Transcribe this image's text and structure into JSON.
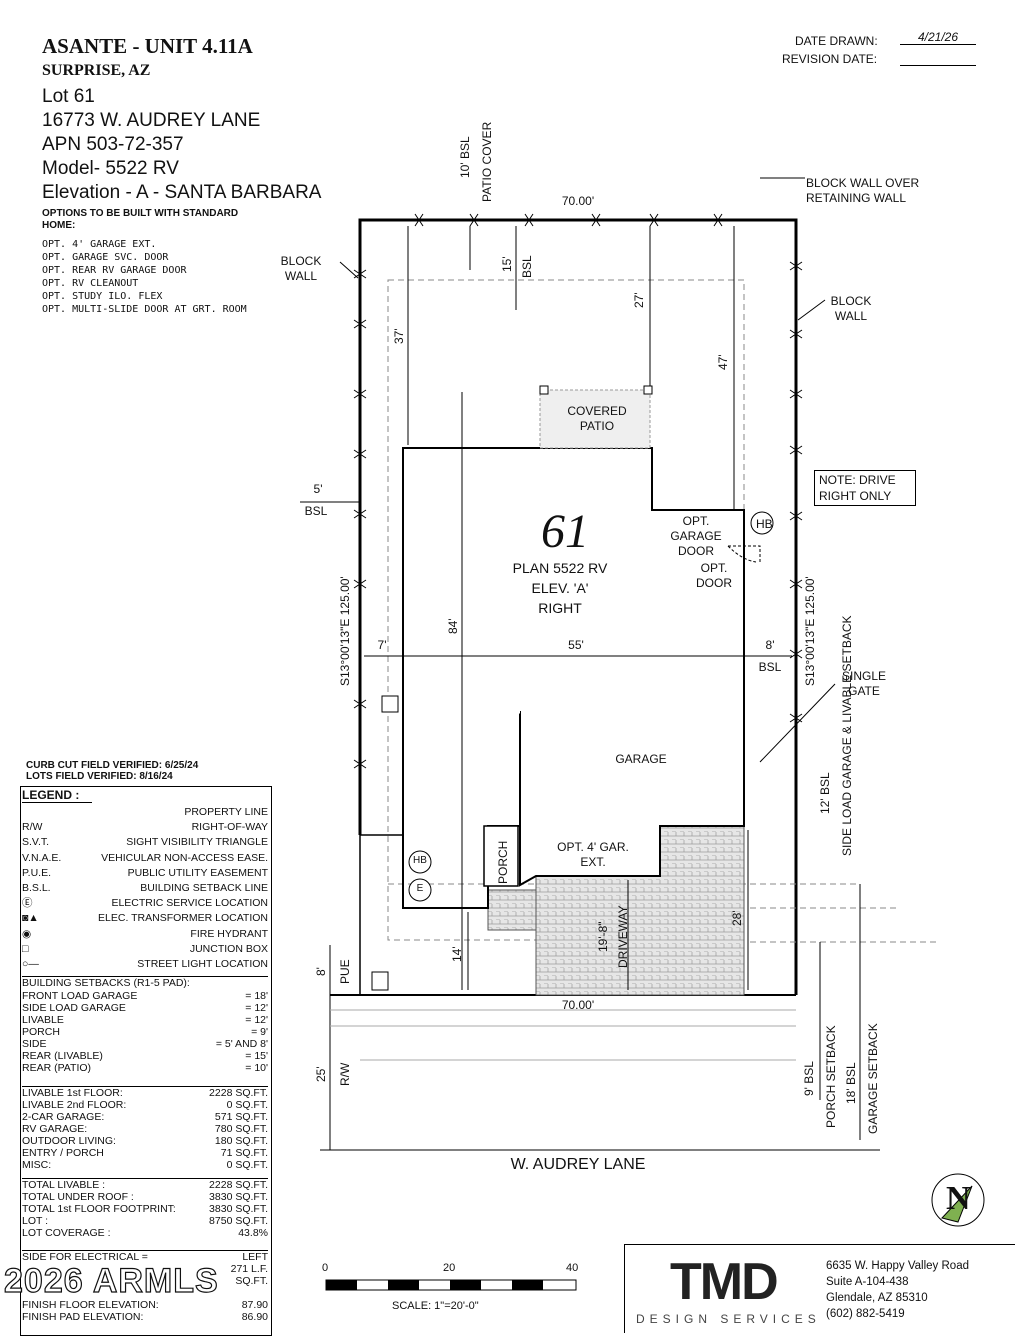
{
  "header": {
    "title": "ASANTE - UNIT 4.11A",
    "city": "SURPRISE, AZ",
    "lot": "Lot 61",
    "address": "16773 W. AUDREY LANE",
    "apn": "APN 503-72-357",
    "model": "Model- 5522 RV",
    "elevation": "Elevation - A - SANTA BARBARA",
    "options_heading": "OPTIONS TO BE BUILT WITH STANDARD HOME:",
    "options": [
      "OPT. 4' GARAGE EXT.",
      "OPT. GARAGE SVC. DOOR",
      "OPT. REAR RV GARAGE DOOR",
      "OPT. RV CLEANOUT",
      "OPT. STUDY ILO. FLEX",
      "OPT. MULTI-SLIDE DOOR AT GRT. ROOM"
    ]
  },
  "dates": {
    "drawn_label": "DATE DRAWN:",
    "drawn_value": "4/21/26",
    "revision_label": "REVISION DATE:",
    "revision_value": ""
  },
  "plan": {
    "lot_number": "61",
    "plan_name": "PLAN 5522 RV",
    "elev": "ELEV. 'A'",
    "hand": "RIGHT",
    "covered_patio": "COVERED PATIO",
    "garage": "GARAGE",
    "opt_garage_door": "OPT. GARAGE DOOR",
    "opt_door": "OPT. DOOR",
    "porch": "PORCH",
    "opt_gar_ext": "OPT. 4' GAR. EXT.",
    "driveway": "DRIVEWAY",
    "note_drive": "NOTE: DRIVE RIGHT ONLY",
    "block_wall_retaining": "BLOCK WALL OVER RETAINING WALL",
    "block_wall": "BLOCK WALL",
    "single_gate": "SINGLE GATE",
    "street": "W. AUDREY LANE",
    "hb": "HB",
    "e": "E",
    "dims": {
      "top": "70.00'",
      "bottom": "70.00'",
      "left_side": "S13°00'13\"E 125.00'",
      "right_side": "S13°00'13\"E 125.00'",
      "rear_bsl": "15'",
      "rear_bsl_label": "BSL",
      "patio_bsl": "10' BSL",
      "patio_cover": "PATIO COVER",
      "d37": "37'",
      "d27": "27'",
      "d47": "47'",
      "d84": "84'",
      "d55": "55'",
      "d7": "7'",
      "d8": "8'",
      "d5": "5'",
      "d14": "14'",
      "d19": "19'-8\"",
      "d28": "28'",
      "pue8": "8'",
      "pue": "PUE",
      "rw25": "25'",
      "rw": "R/W",
      "bsl": "BSL",
      "bsl12": "12' BSL",
      "side_load": "SIDE LOAD GARAGE & LIVABLE SETBACK",
      "bsl9": "9' BSL",
      "porch_setback": "PORCH SETBACK",
      "bsl18": "18' BSL",
      "garage_setback": "GARAGE SETBACK"
    }
  },
  "field_notes": {
    "curb_cut": "CURB CUT FIELD VERIFIED: 6/25/24",
    "lots_field": "LOTS FIELD VERIFIED: 8/16/24"
  },
  "legend": {
    "title": "LEGEND :",
    "items": [
      [
        "",
        "PROPERTY LINE"
      ],
      [
        "R/W",
        "RIGHT-OF-WAY"
      ],
      [
        "S.V.T.",
        "SIGHT VISIBILITY TRIANGLE"
      ],
      [
        "V.N.A.E.",
        "VEHICULAR NON-ACCESS EASE."
      ],
      [
        "P.U.E.",
        "PUBLIC UTILITY EASEMENT"
      ],
      [
        "B.S.L.",
        "BUILDING SETBACK LINE"
      ],
      [
        "Ⓔ",
        "ELECTRIC SERVICE LOCATION"
      ],
      [
        "◙▲",
        "ELEC. TRANSFORMER LOCATION"
      ],
      [
        "◉",
        "FIRE HYDRANT"
      ],
      [
        "□",
        "JUNCTION BOX"
      ],
      [
        "○—",
        "STREET LIGHT LOCATION"
      ]
    ]
  },
  "setbacks": {
    "title": "BUILDING SETBACKS (R1-5 PAD):",
    "rows": [
      [
        "FRONT LOAD GARAGE",
        "= 18'"
      ],
      [
        "SIDE LOAD GARAGE",
        "= 12'"
      ],
      [
        "LIVABLE",
        "= 12'"
      ],
      [
        "PORCH",
        "= 9'"
      ],
      [
        "SIDE",
        "= 5' AND 8'"
      ],
      [
        "REAR (LIVABLE)",
        "= 15'"
      ],
      [
        "REAR (PATIO)",
        "= 10'"
      ]
    ]
  },
  "areas": {
    "rows": [
      [
        "LIVABLE 1st FLOOR:",
        "2228 SQ.FT."
      ],
      [
        "LIVABLE 2nd FLOOR:",
        "0 SQ.FT."
      ],
      [
        "2-CAR GARAGE:",
        "571 SQ.FT."
      ],
      [
        "RV GARAGE:",
        "780 SQ.FT."
      ],
      [
        "OUTDOOR LIVING:",
        "180 SQ.FT."
      ],
      [
        "ENTRY / PORCH",
        "71 SQ.FT."
      ],
      [
        "MISC:",
        "0 SQ.FT."
      ]
    ]
  },
  "totals": {
    "rows": [
      [
        "TOTAL LIVABLE :",
        "2228 SQ.FT."
      ],
      [
        "TOTAL UNDER ROOF :",
        "3830 SQ.FT."
      ],
      [
        "TOTAL 1st FLOOR FOOTPRINT:",
        "3830 SQ.FT."
      ],
      [
        "LOT :",
        "8750 SQ.FT."
      ],
      [
        "LOT COVERAGE :",
        "43.8%"
      ]
    ]
  },
  "electrical": {
    "rows": [
      [
        "SIDE FOR ELECTRICAL =",
        "LEFT"
      ],
      [
        "",
        "271 L.F."
      ],
      [
        "",
        "SQ.FT."
      ],
      [
        "FINISH FLOOR ELEVATION:",
        "87.90"
      ],
      [
        "FINISH PAD ELEVATION:",
        "86.90"
      ]
    ]
  },
  "watermark": "2026 ARMLS",
  "scale": {
    "ticks": [
      "0",
      "20",
      "40"
    ],
    "label": "SCALE: 1\"=20'-0\""
  },
  "company": {
    "logo": "TMD",
    "sub": "DESIGN SERVICES",
    "address_lines": [
      "6635 W. Happy Valley Road",
      "Suite A-104-438",
      "Glendale, AZ 85310",
      "(602) 882-5419"
    ],
    "north": "N"
  }
}
